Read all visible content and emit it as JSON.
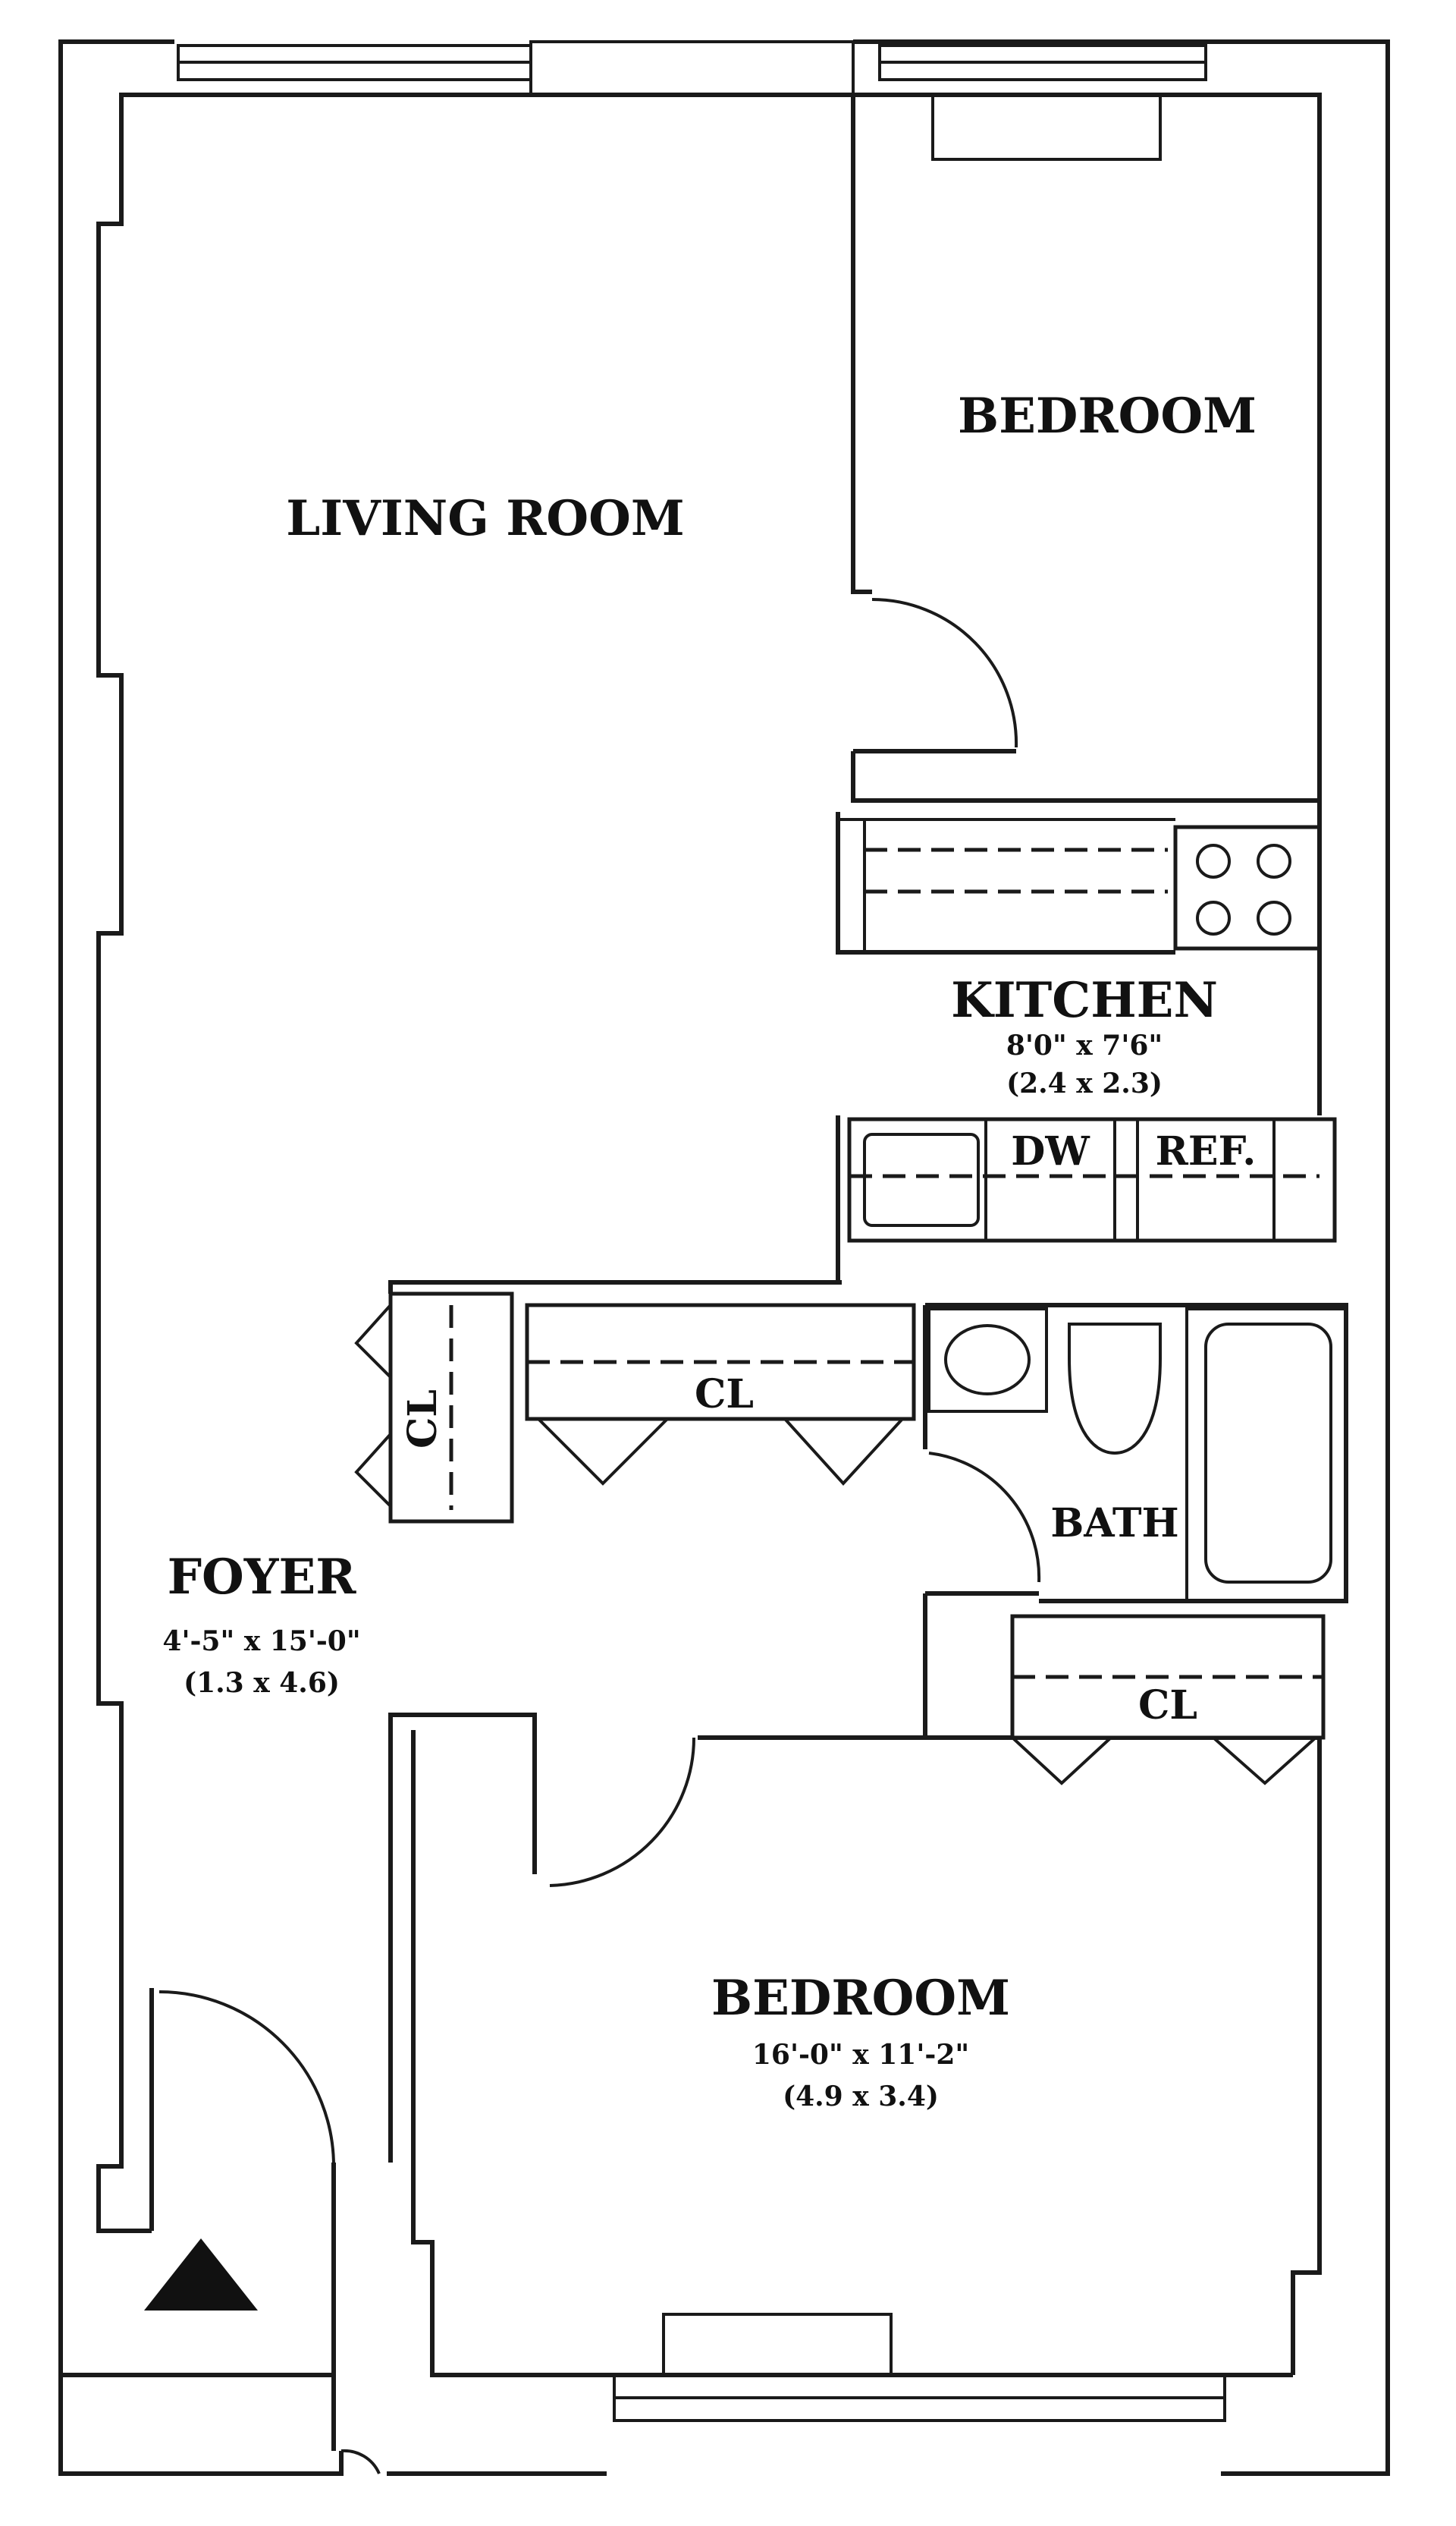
{
  "rooms": {
    "living_room": {
      "name": "LIVING ROOM"
    },
    "bedroom_top": {
      "name": "BEDROOM"
    },
    "kitchen": {
      "name": "KITCHEN",
      "dims_ft": "8'0\" x 7'6\"",
      "dims_m": "(2.4 x 2.3)"
    },
    "foyer": {
      "name": "FOYER",
      "dims_ft": "4'-5\" x 15'-0\"",
      "dims_m": "(1.3 x 4.6)"
    },
    "bath": {
      "name": "BATH"
    },
    "bedroom_bottom": {
      "name": "BEDROOM",
      "dims_ft": "16'-0\" x 11'-2\"",
      "dims_m": "(4.9 x 3.4)"
    }
  },
  "fixtures": {
    "dishwasher": "DW",
    "refrigerator": "REF.",
    "closet_foyer": "CL",
    "closet_hall": "CL",
    "closet_bedroom": "CL"
  }
}
